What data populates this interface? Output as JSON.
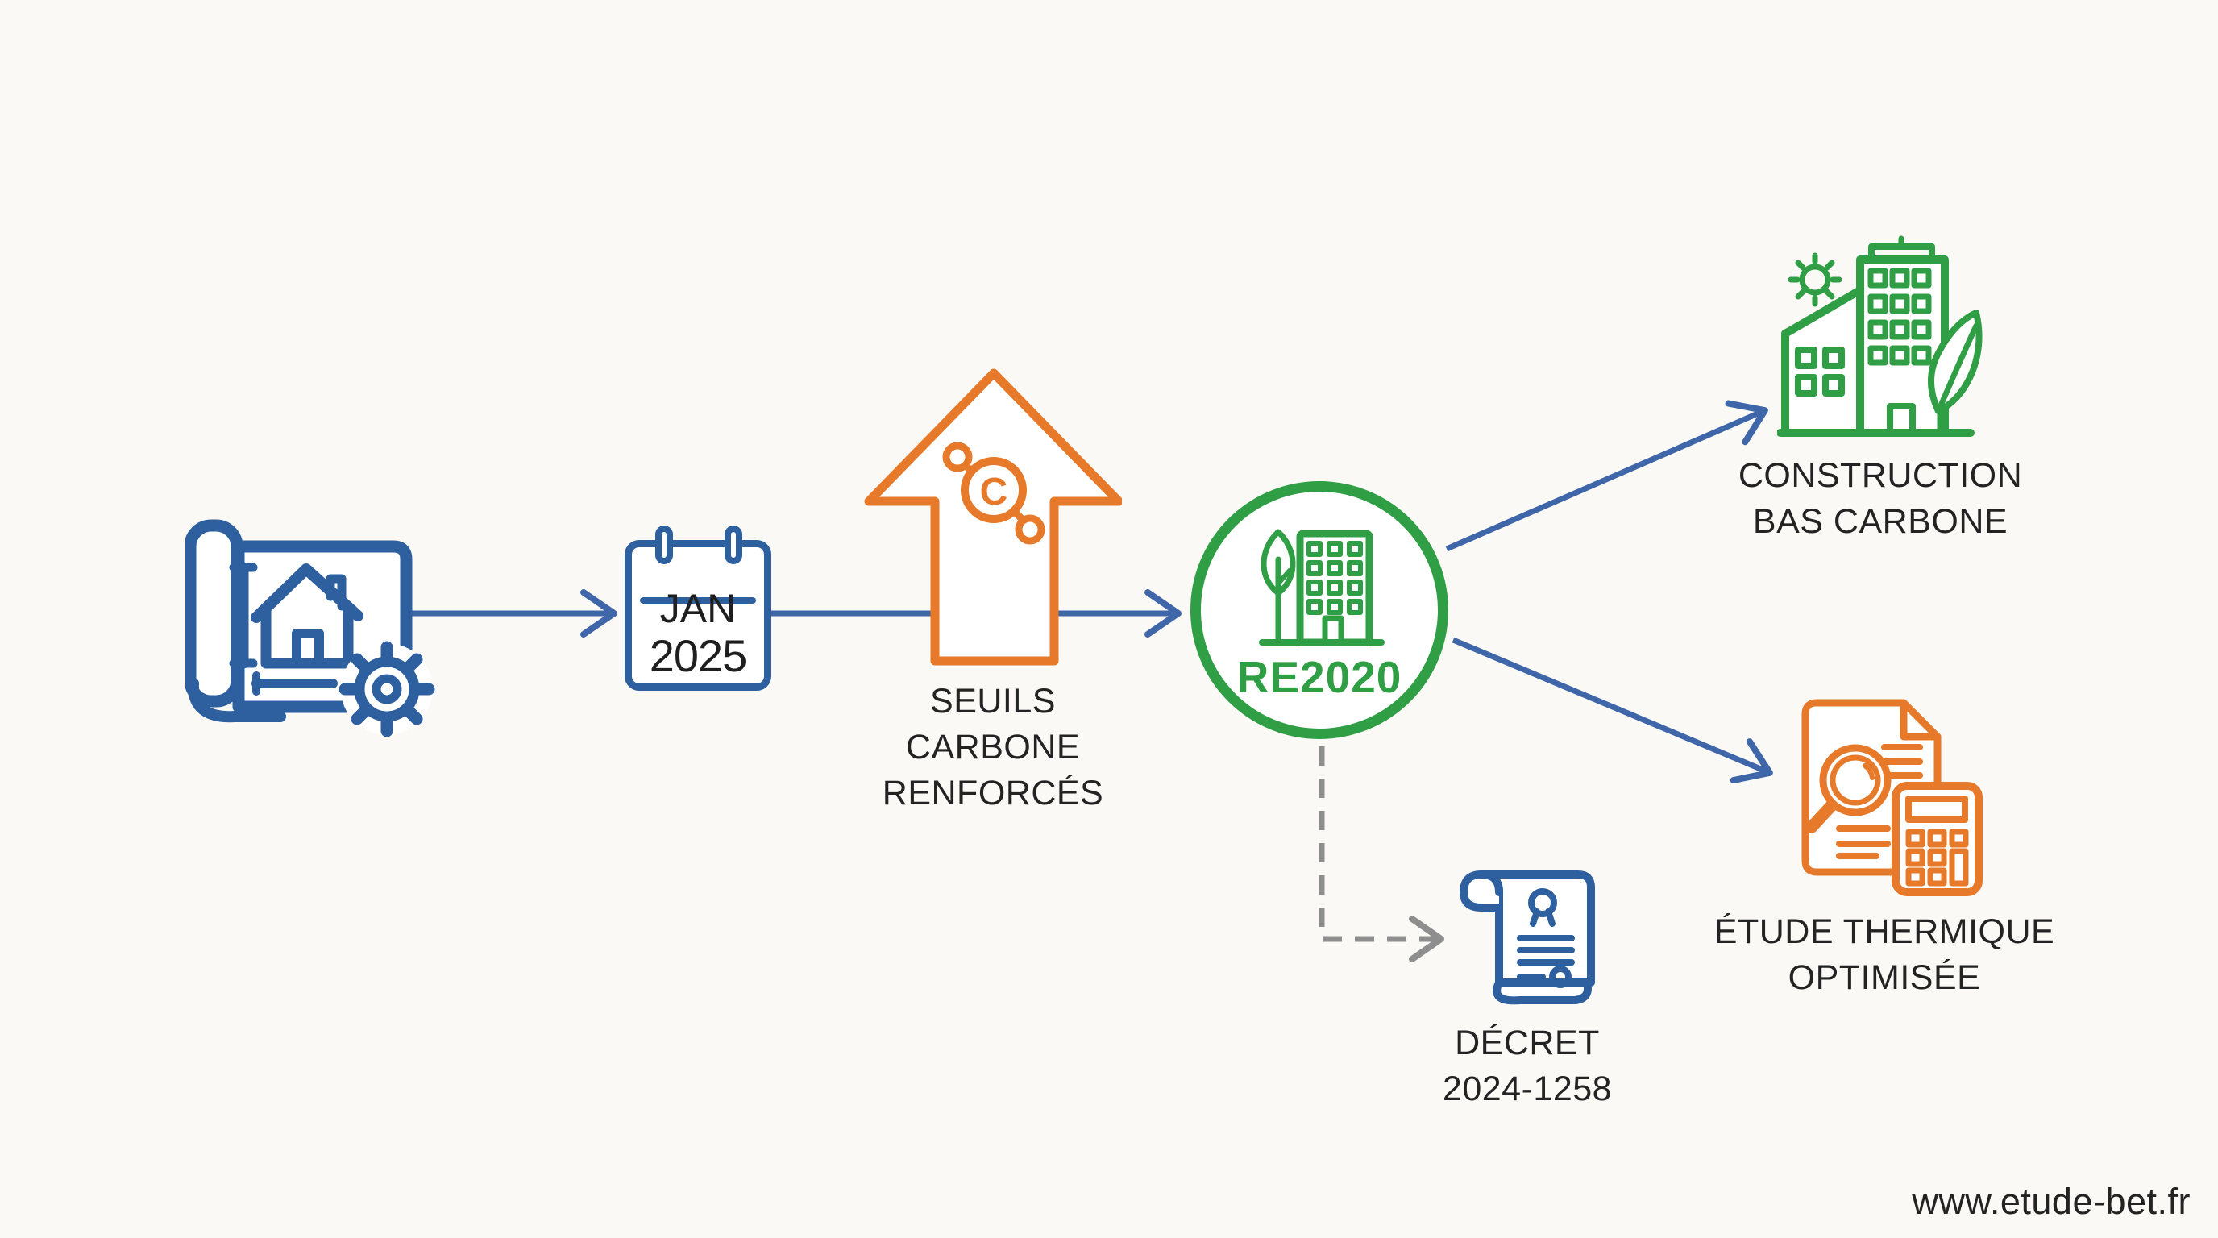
{
  "colors": {
    "bg": "#faf9f6",
    "text": "#232323",
    "blue": "#2e5f9f",
    "line": "#3e66a8",
    "green": "#2f9e45",
    "orange": "#e67a2a",
    "gray": "#8e8e8e"
  },
  "nodes": {
    "blueprint": {
      "icon": "blueprint-house-gear"
    },
    "calendar": {
      "month": "JAN",
      "year": "2025"
    },
    "carbon_arrow": {
      "molecule_letter": "C",
      "label_lines": [
        "SEUILS",
        "CARBONE",
        "RENFORCÉS"
      ]
    },
    "re2020": {
      "label": "RE2020"
    },
    "decree": {
      "label_lines": [
        "DÉCRET",
        "2024-1258"
      ]
    },
    "construction": {
      "label_lines": [
        "CONSTRUCTION",
        "BAS CARBONE"
      ]
    },
    "thermal_study": {
      "label_lines": [
        "ÉTUDE THERMIQUE",
        "OPTIMISÉE"
      ]
    }
  },
  "footer": {
    "website": "www.etude-bet.fr"
  }
}
